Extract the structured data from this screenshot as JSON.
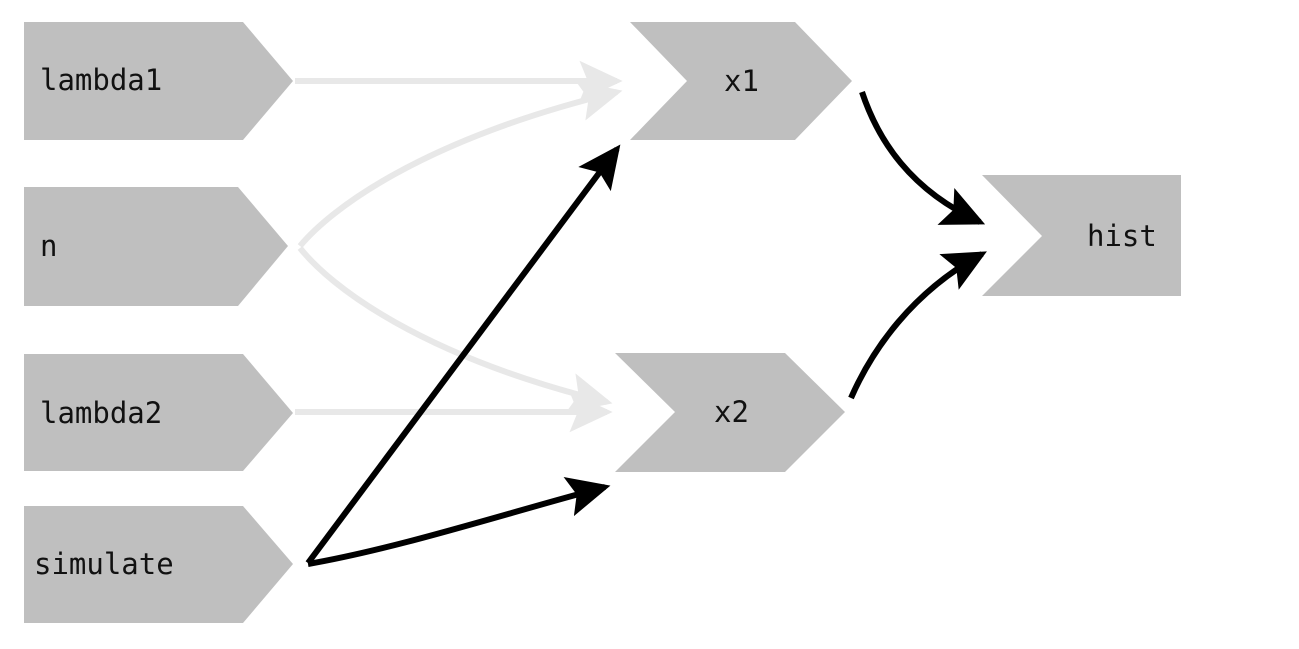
{
  "diagram": {
    "title": "dataflow-graph",
    "background_color": "#ffffff",
    "node_fill_color": "#bfbfbf",
    "node_text_color": "#111111",
    "strong_edge_color": "#000000",
    "weak_edge_color": "#e8e8e8",
    "nodes": [
      {
        "id": "lambda1",
        "label": "lambda1",
        "shape": "pentagon-right",
        "column": 0
      },
      {
        "id": "n",
        "label": "n",
        "shape": "pentagon-right",
        "column": 0
      },
      {
        "id": "lambda2",
        "label": "lambda2",
        "shape": "pentagon-right",
        "column": 0
      },
      {
        "id": "simulate",
        "label": "simulate",
        "shape": "pentagon-right",
        "column": 0
      },
      {
        "id": "x1",
        "label": "x1",
        "shape": "chevron",
        "column": 1
      },
      {
        "id": "x2",
        "label": "x2",
        "shape": "chevron",
        "column": 1
      },
      {
        "id": "hist",
        "label": "hist",
        "shape": "notched-rect",
        "column": 2
      }
    ],
    "edges": [
      {
        "from": "lambda1",
        "to": "x1",
        "style": "weak",
        "arrow": true
      },
      {
        "from": "n",
        "to": "x1",
        "style": "weak",
        "arrow": true
      },
      {
        "from": "lambda2",
        "to": "x2",
        "style": "weak",
        "arrow": true
      },
      {
        "from": "n",
        "to": "x2",
        "style": "weak",
        "arrow": true
      },
      {
        "from": "simulate",
        "to": "x1",
        "style": "strong",
        "arrow": true
      },
      {
        "from": "simulate",
        "to": "x2",
        "style": "strong",
        "arrow": true
      },
      {
        "from": "x1",
        "to": "hist",
        "style": "strong",
        "arrow": true
      },
      {
        "from": "x2",
        "to": "hist",
        "style": "strong",
        "arrow": true
      }
    ]
  }
}
